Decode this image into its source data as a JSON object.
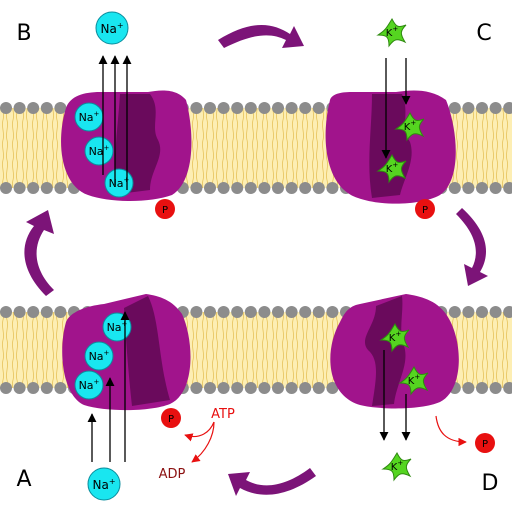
{
  "stage_labels": [
    "A",
    "B",
    "C",
    "D"
  ],
  "ions": {
    "sodium": {
      "label": "Na",
      "charge": "+",
      "color": "#19e6f0",
      "stroke": "#0b8c9c"
    },
    "potassium": {
      "label": "K",
      "charge": "+",
      "color": "#55d520",
      "stroke": "#2f8a10"
    }
  },
  "phosphate": {
    "label": "P",
    "color": "#e81010"
  },
  "energy": {
    "atp": "ATP",
    "adp": "ADP",
    "atp_color": "#e81010",
    "adp_color": "#8b1010"
  },
  "colors": {
    "pump_outer": "#a1148c",
    "pump_inner": "#6a0a5c",
    "membrane_fill": "#fdeeb3",
    "membrane_lipid": "#e6c25a",
    "phospholipid_head": "#8c8c8c",
    "cycle_arrow": "#7c1478"
  }
}
